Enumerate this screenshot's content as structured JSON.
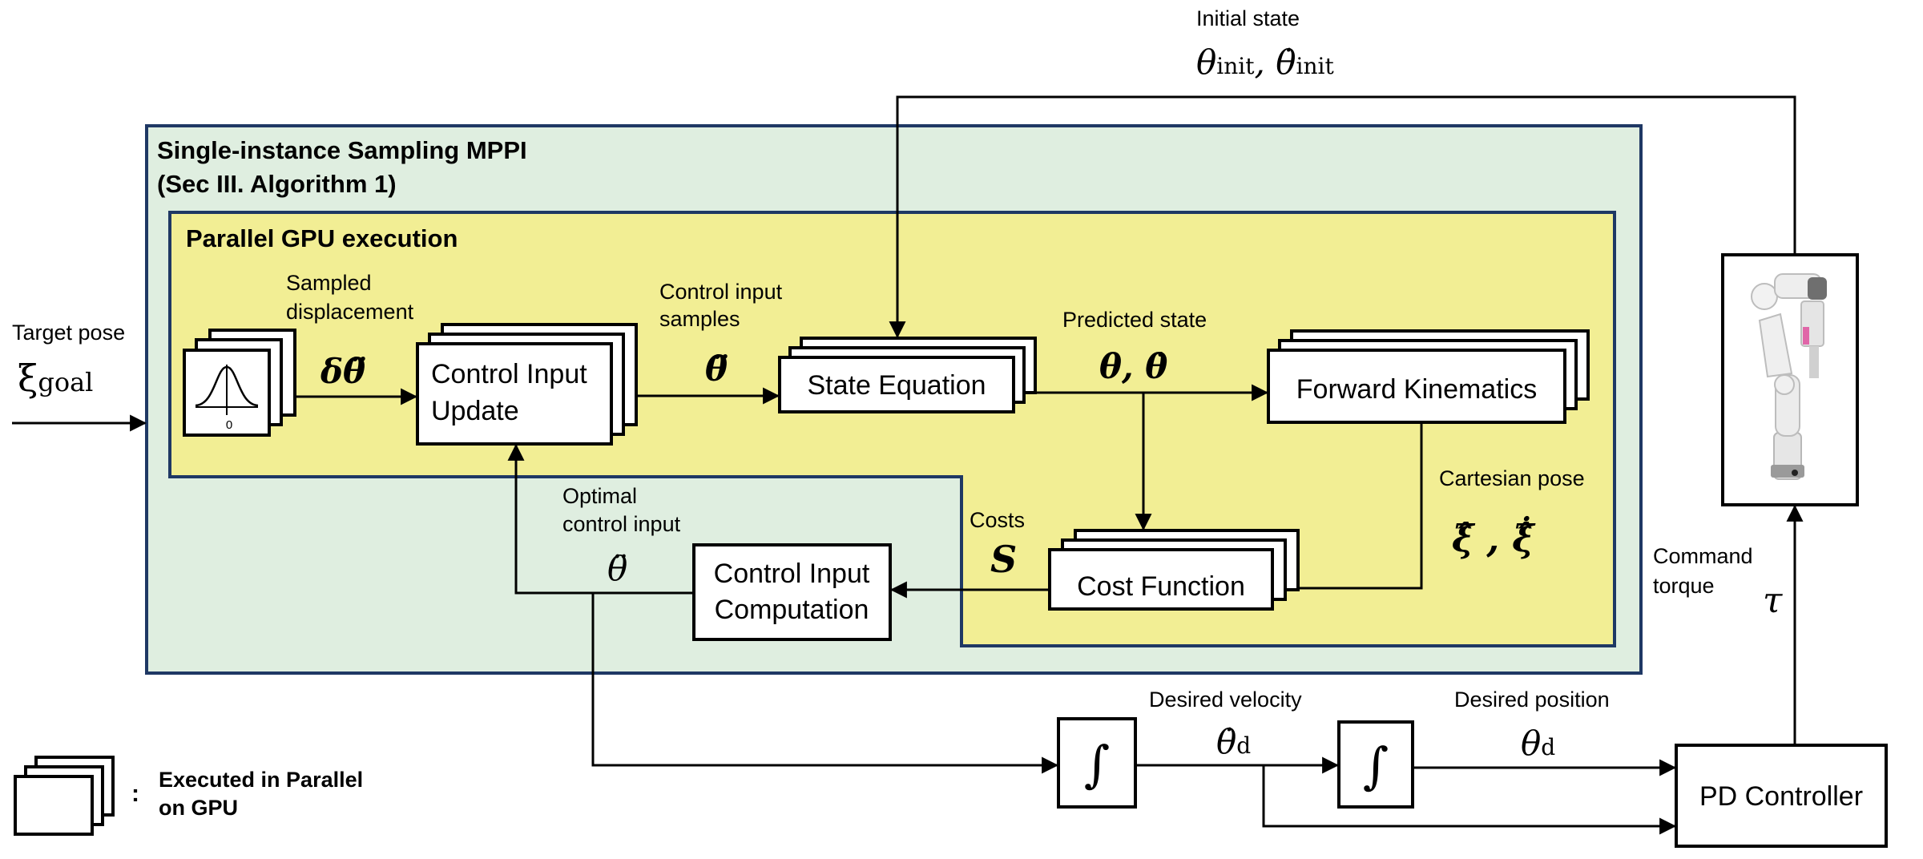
{
  "outer": {
    "title_line1": "Single-instance Sampling MPPI",
    "title_line2": "(Sec III. Algorithm 1)"
  },
  "gpu": {
    "title": "Parallel GPU execution"
  },
  "blocks": {
    "control_update_l1": "Control Input",
    "control_update_l2": "Update",
    "state_equation": "State Equation",
    "forward_kinematics": "Forward Kinematics",
    "cost_function": "Cost Function",
    "control_comp_l1": "Control Input",
    "control_comp_l2": "Computation",
    "pd_controller": "PD Controller",
    "gaussian_zero": "0",
    "integral": "∫"
  },
  "labels": {
    "target_pose": "Target pose",
    "target_pose_sym": "ξ",
    "target_pose_sub": "goal",
    "sampled_l1": "Sampled",
    "sampled_l2": "displacement",
    "sampled_sym": "δθ̈",
    "control_samples_l1": "Control input",
    "control_samples_l2": "samples",
    "control_samples_sym": "θ̈",
    "predicted_state": "Predicted state",
    "predicted_state_sym": "θ, θ̇",
    "initial_state": "Initial state",
    "initial_state_sym": "θ",
    "initial_state_sub": "init",
    "initial_state_sep": ", θ̇",
    "initial_state_sub2": "init",
    "cartesian_pose": "Cartesian pose",
    "cartesian_sym": "ξ̂ , ξ̂̇",
    "costs": "Costs",
    "costs_sym": "S",
    "optimal_l1": "Optimal",
    "optimal_l2": "control input",
    "optimal_sym": "θ̈",
    "command_l1": "Command",
    "command_l2": "torque",
    "torque_sym": "τ",
    "desired_velocity": "Desired velocity",
    "desired_velocity_sym": "θ̇",
    "desired_velocity_sub": "d",
    "desired_position": "Desired position",
    "desired_position_sym": "θ",
    "desired_position_sub": "d"
  },
  "legend": {
    "line1": "Executed in Parallel",
    "line2": "on GPU",
    "colon": ":"
  },
  "colors": {
    "outer_fill": "#dfeee0",
    "outer_stroke": "#1f3864",
    "gpu_fill": "#f2ee94"
  }
}
